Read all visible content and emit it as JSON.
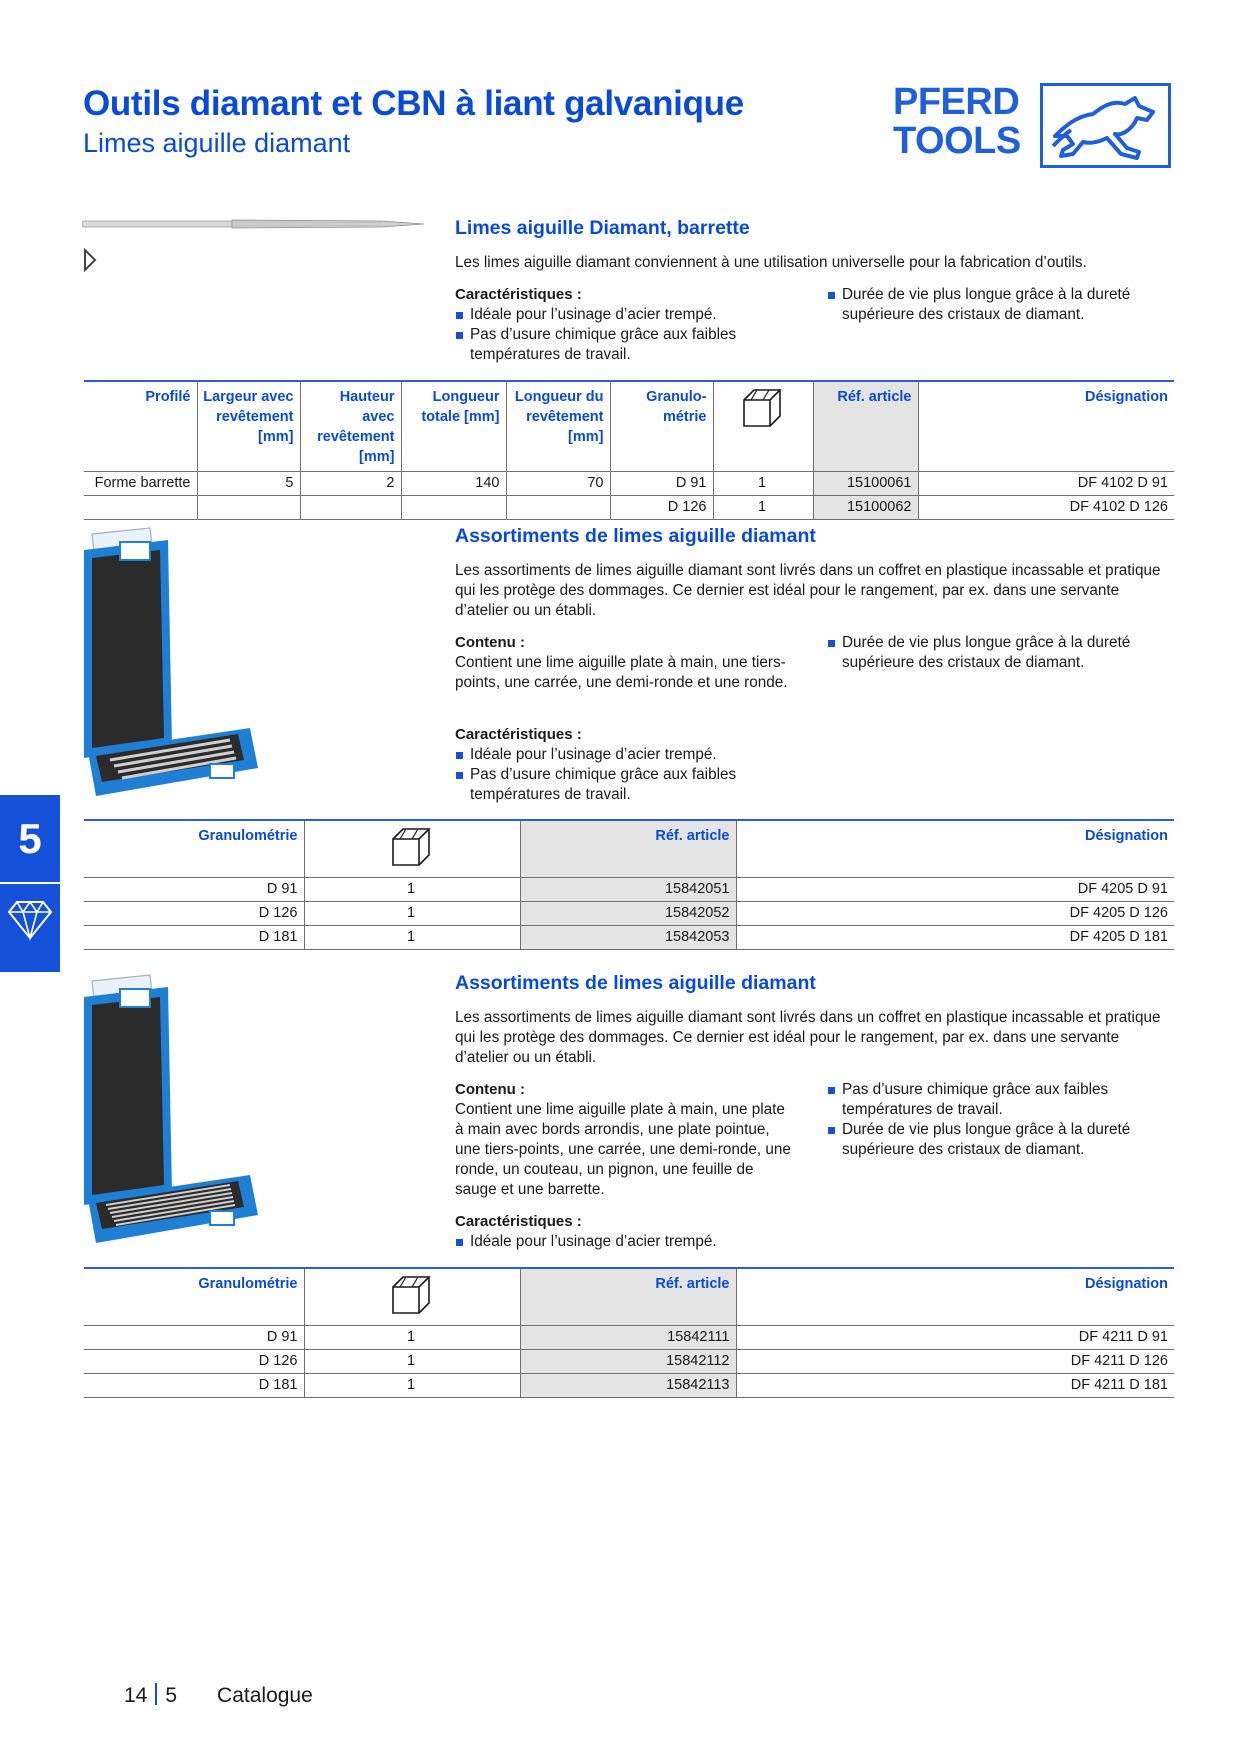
{
  "header": {
    "title": "Outils diamant et CBN à liant galvanique",
    "subtitle": "Limes aiguille diamant",
    "logo_line1": "PFERD",
    "logo_line2": "TOOLS"
  },
  "side_tab": {
    "chapter": "5",
    "icon": "diamond-icon"
  },
  "colors": {
    "brand_blue": "#0a4bd6",
    "tab_blue": "#1450d8",
    "ref_column_bg": "#e4e4e4"
  },
  "sections": [
    {
      "title": "Limes aiguille Diamant, barrette",
      "description": "Les limes aiguille diamant conviennent à une utilisation universelle pour la fabrication d’outils.",
      "characteristics_label": "Caractéristiques :",
      "characteristics": [
        "Idéale pour l’usinage d’acier trempé.",
        "Pas d’usure chimique grâce aux faibles températures de travail."
      ],
      "right_bullets": [
        "Durée de vie plus longue grâce à la dureté supérieure des cristaux de diamant."
      ],
      "table": {
        "headers": [
          "Profilé",
          "Largeur avec revêtement [mm]",
          "Hauteur avec revêtement [mm]",
          "Longueur totale [mm]",
          "Longueur du revêtement [mm]",
          "Granulo-métrie",
          "box-icon",
          "Réf. article",
          "Désignation"
        ],
        "rows": [
          {
            "profile": "Forme barrette",
            "width": "5",
            "height": "2",
            "total_length": "140",
            "coating_length": "70",
            "grit": "D 91",
            "qty": "1",
            "ref": "15100061",
            "designation": "DF 4102 D 91"
          },
          {
            "profile": "",
            "width": "",
            "height": "",
            "total_length": "",
            "coating_length": "",
            "grit": "D 126",
            "qty": "1",
            "ref": "15100062",
            "designation": "DF 4102 D 126"
          }
        ]
      }
    },
    {
      "title": "Assortiments de limes aiguille diamant",
      "description": "Les assortiments de limes aiguille diamant sont livrés dans un coffret en plastique incassable et pratique qui les protège des dommages. Ce dernier est idéal pour le rangement, par ex. dans une servante d’atelier ou un établi.",
      "contents_label": "Contenu :",
      "contents": "Contient une lime aiguille plate à main, une tiers-points, une carrée, une demi-ronde et une ronde.",
      "characteristics_label": "Caractéristiques :",
      "characteristics": [
        "Idéale pour l’usinage d’acier trempé.",
        "Pas d’usure chimique grâce aux faibles températures de travail."
      ],
      "right_bullets": [
        "Durée de vie plus longue grâce à la dureté supérieure des cristaux de diamant."
      ],
      "table": {
        "headers": [
          "Granulométrie",
          "box-icon",
          "Réf. article",
          "Désignation"
        ],
        "rows": [
          {
            "grit": "D 91",
            "qty": "1",
            "ref": "15842051",
            "designation": "DF 4205 D 91"
          },
          {
            "grit": "D 126",
            "qty": "1",
            "ref": "15842052",
            "designation": "DF 4205 D 126"
          },
          {
            "grit": "D 181",
            "qty": "1",
            "ref": "15842053",
            "designation": "DF 4205 D 181"
          }
        ]
      }
    },
    {
      "title": "Assortiments de limes aiguille diamant",
      "description": "Les assortiments de limes aiguille diamant sont livrés dans un coffret en plastique incassable et pratique qui les protège des dommages. Ce dernier est idéal pour le rangement, par ex. dans une servante d’atelier ou un établi.",
      "contents_label": "Contenu :",
      "contents": "Contient une lime aiguille plate à main, une plate à main avec bords arrondis, une plate pointue, une tiers-points, une carrée, une demi-ronde, une ronde, un couteau, un pignon, une feuille de sauge et une barrette.",
      "characteristics_label": "Caractéristiques :",
      "characteristics": [
        "Idéale pour l’usinage d’acier trempé."
      ],
      "right_bullets": [
        "Pas d’usure chimique grâce aux faibles températures de travail.",
        "Durée de vie plus longue grâce à la dureté supérieure des cristaux de diamant."
      ],
      "table": {
        "headers": [
          "Granulométrie",
          "box-icon",
          "Réf. article",
          "Désignation"
        ],
        "rows": [
          {
            "grit": "D 91",
            "qty": "1",
            "ref": "15842111",
            "designation": "DF 4211 D 91"
          },
          {
            "grit": "D 126",
            "qty": "1",
            "ref": "15842112",
            "designation": "DF 4211 D 126"
          },
          {
            "grit": "D 181",
            "qty": "1",
            "ref": "15842113",
            "designation": "DF 4211 D 181"
          }
        ]
      }
    }
  ],
  "footer": {
    "page": "14",
    "chapter": "5",
    "label": "Catalogue"
  }
}
